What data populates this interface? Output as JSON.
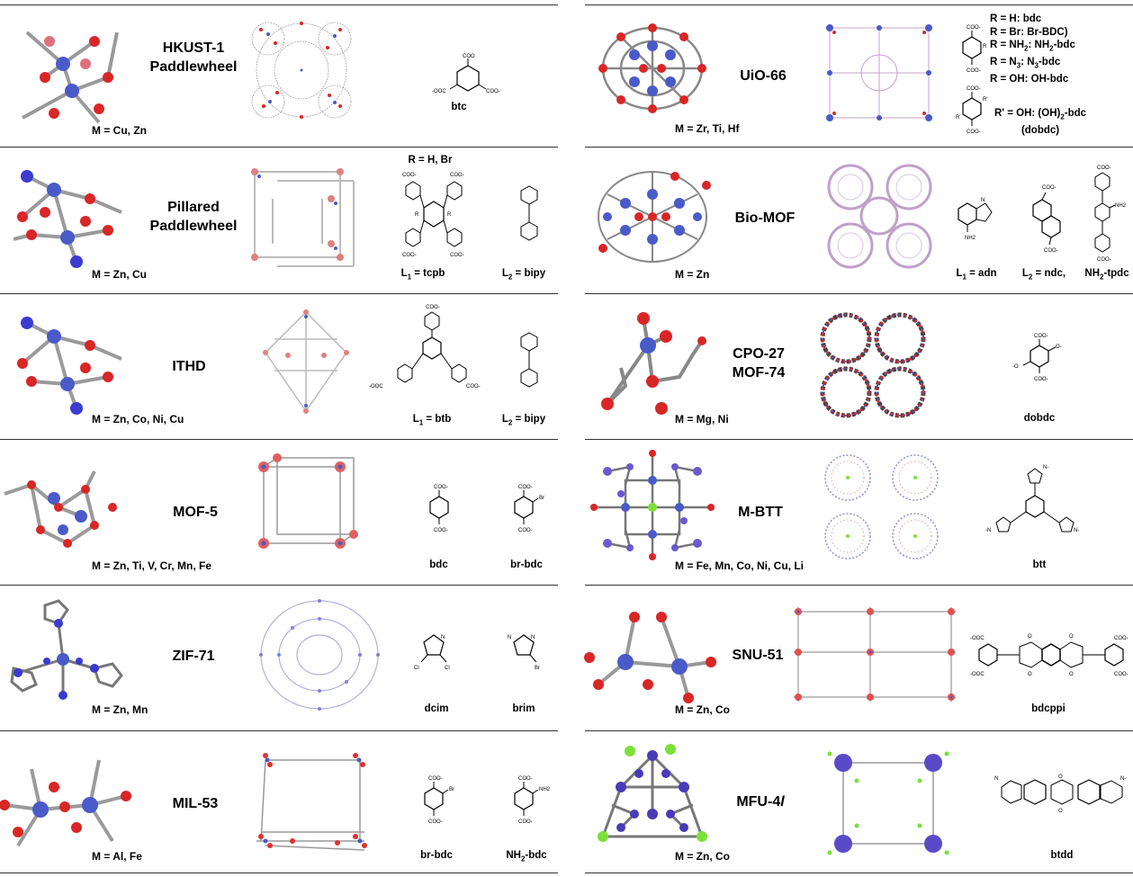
{
  "left": [
    {
      "name": [
        "HKUST-1",
        "Paddlewheel"
      ],
      "metals": "M = Cu, Zn",
      "ligands": [
        "btc"
      ]
    },
    {
      "name": [
        "Pillared",
        "Paddlewheel"
      ],
      "metals": "M = Zn, Cu",
      "substituent": "R = H, Br",
      "ligands": [
        "L1 = tcpb",
        "L2 = bipy"
      ]
    },
    {
      "name": [
        "ITHD"
      ],
      "metals": "M = Zn, Co, Ni, Cu",
      "ligands": [
        "L1 = btb",
        "L2 = bipy"
      ]
    },
    {
      "name": [
        "MOF-5"
      ],
      "metals": "M = Zn, Ti, V, Cr, Mn, Fe",
      "ligands": [
        "bdc",
        "br-bdc"
      ]
    },
    {
      "name": [
        "ZIF-71"
      ],
      "metals": "M = Zn, Mn",
      "ligands": [
        "dcim",
        "brim"
      ]
    },
    {
      "name": [
        "MIL-53"
      ],
      "metals": "M = Al, Fe",
      "ligands": [
        "br-bdc",
        "NH2-bdc"
      ]
    }
  ],
  "right": [
    {
      "name": [
        "UiO-66"
      ],
      "metals": "M = Zr, Ti, Hf",
      "variants": [
        "R = H: bdc",
        "R = Br: Br-BDC)",
        "R = NH2: NH2-bdc",
        "R = N3: N3-bdc",
        "R = OH: OH-bdc"
      ],
      "variant2": [
        "R' = OH: (OH)2-bdc",
        "(dobdc)"
      ]
    },
    {
      "name": [
        "Bio-MOF"
      ],
      "metals": "M = Zn",
      "ligands": [
        "L1 = adn",
        "L2 = ndc,",
        "NH2-tpdc"
      ]
    },
    {
      "name": [
        "CPO-27",
        "MOF-74"
      ],
      "metals": "M = Mg, Ni",
      "ligands": [
        "dobdc"
      ]
    },
    {
      "name": [
        "M-BTT"
      ],
      "metals": "M = Fe, Mn, Co, Ni, Cu, Li",
      "ligands": [
        "btt"
      ]
    },
    {
      "name": [
        "SNU-51"
      ],
      "metals": "M = Zn, Co",
      "ligands": [
        "bdcppi"
      ]
    },
    {
      "name": [
        "MFU-4l"
      ],
      "metals": "M = Zn, Co",
      "ligands": [
        "btdd"
      ]
    }
  ],
  "colors": {
    "metal": "#4a5ac8",
    "oxygen": "#d92626",
    "nitrogen": "#3b3bd1",
    "chlorine": "#7be03a",
    "bond": "#9a9a9a",
    "rule": "#333333"
  }
}
